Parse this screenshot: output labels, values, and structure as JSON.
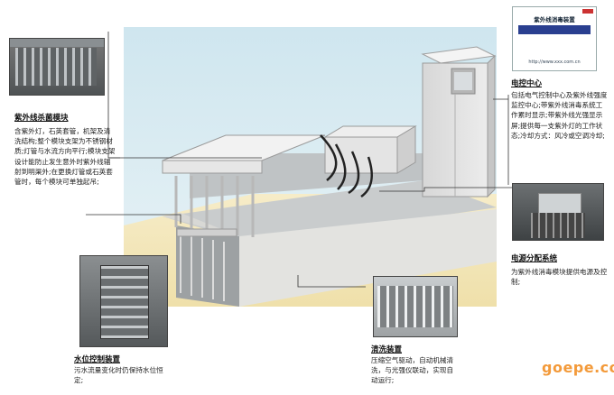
{
  "module": {
    "title": "紫外线杀菌模块",
    "desc": "含紫外灯，石英套管，机架及清洗结构;整个模块支架为不锈钢材质;灯管与水流方向平行;模块支架设计能防止发生意外时紫外线辐射到明渠外;在更换灯管或石英套管时，每个模块可单独起吊;"
  },
  "control_center": {
    "title": "电控中心",
    "desc": "包括电气控制中心及紫外线强度监控中心;带紫外线消毒系统工作累时显示;带紫外线光强显示屏;提供每一支紫外灯的工作状态;冷却方式：风冷或空调冷却;"
  },
  "power_dist": {
    "title": "电源分配系统",
    "desc": "为紫外线消毒模块提供电源及控制;"
  },
  "water_level": {
    "title": "水位控制装置",
    "desc": "污水流量变化时仍保持水位恒定;"
  },
  "cleaning": {
    "title": "清洗装置",
    "desc": "压缩空气驱动，自动机械清洗，与光强仪联动，实现自动运行;"
  },
  "brochure": {
    "title": "紫外线消毒装置",
    "subtitle": "",
    "url": "http://www.xxx.com.cn"
  },
  "watermark": "goepe.com"
}
